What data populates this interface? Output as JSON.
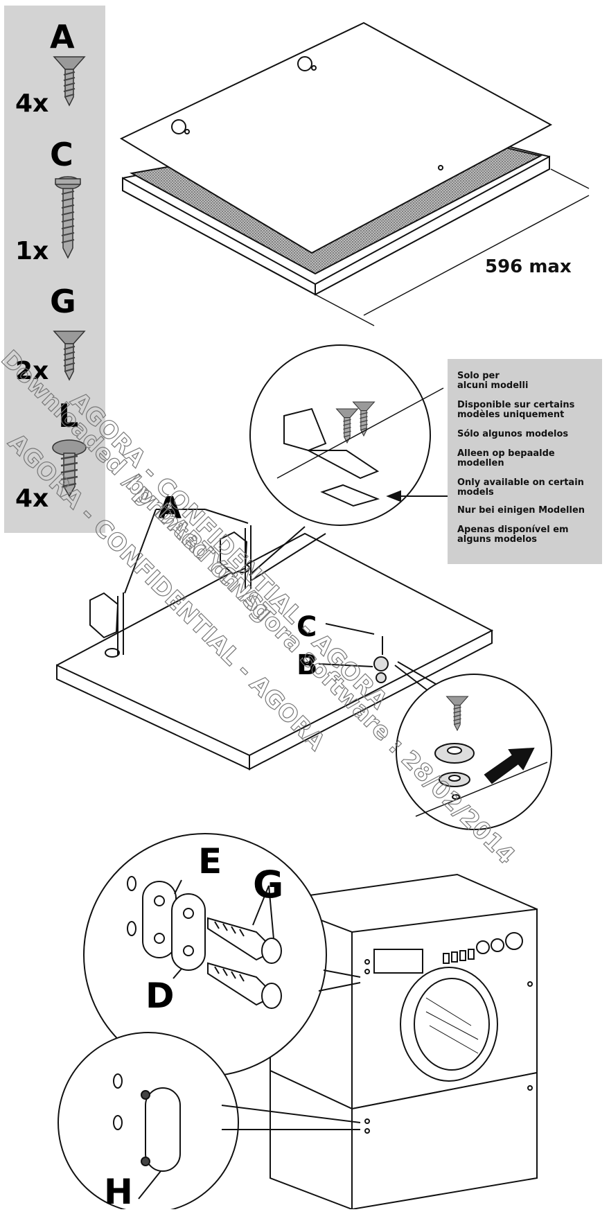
{
  "parts": [
    {
      "letter": "A",
      "qty": "4x"
    },
    {
      "letter": "C",
      "qty": "1x"
    },
    {
      "letter": "G",
      "qty": "2x"
    },
    {
      "letter": "L",
      "qty": "4x"
    }
  ],
  "dimension_label": "596 max",
  "availability_notes": [
    "Solo per\nalcuni modelli",
    "Disponible sur certains\nmodèles uniquement",
    "Sólo algunos modelos",
    "Alleen op bepaalde\nmodellen",
    "Only available on certain\nmodels",
    "Nur bei einigen Modellen",
    "Apenas disponível em\nalguns modelos"
  ],
  "callouts": {
    "hinge_screws": "A",
    "washer_screw": "C",
    "washer": "B",
    "plate_E": "E",
    "plate_D": "D",
    "screws_G": "G",
    "cap_H": "H"
  },
  "watermark": [
    "AGORA - CONFIDENTIAL - AGORA",
    "Downloaded / printed on Agora software : 28/02/2014",
    "by DARTYCNST",
    "AGORA - CONFIDENTIAL - AGORA"
  ],
  "colors": {
    "panel_gray": "#d3d3d3",
    "notes_gray": "#cfcfcf",
    "line": "#111111"
  }
}
